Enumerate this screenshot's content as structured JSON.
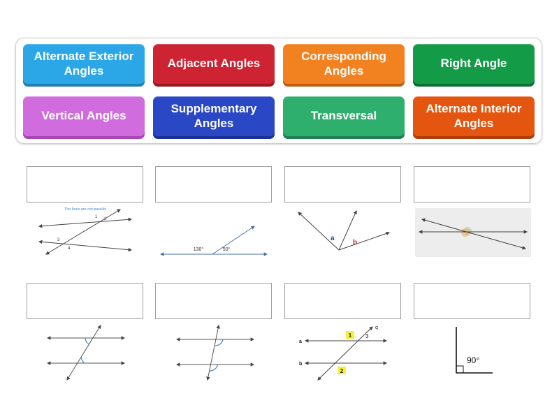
{
  "bank": {
    "tiles": [
      {
        "label": "Alternate Exterior Angles",
        "bg": "#2BA7E8",
        "edge": "#1E7FB3"
      },
      {
        "label": "Adjacent Angles",
        "bg": "#CE2332",
        "edge": "#9A1823"
      },
      {
        "label": "Corresponding Angles",
        "bg": "#F28120",
        "edge": "#BF5E0D"
      },
      {
        "label": "Right Angle",
        "bg": "#149B48",
        "edge": "#0B6F33"
      },
      {
        "label": "Vertical Angles",
        "bg": "#D16CDE",
        "edge": "#A746B4"
      },
      {
        "label": "Supplementary Angles",
        "bg": "#2A47C6",
        "edge": "#1B3093"
      },
      {
        "label": "Transversal",
        "bg": "#2FAF6D",
        "edge": "#218052"
      },
      {
        "label": "Alternate Interior Angles",
        "bg": "#E4560F",
        "edge": "#AE3D08"
      }
    ]
  },
  "diagrams": {
    "not_parallel": {
      "caption": "The lines are not parallel",
      "n1": "1",
      "n2": "2",
      "n3": "3",
      "n4": "4"
    },
    "supplementary": {
      "left": "130°",
      "right": "50°"
    },
    "adjacent": {
      "a": "a",
      "b": "b"
    },
    "numbered": {
      "line_a": "a",
      "line_b": "b",
      "q": "q",
      "n1": "1",
      "n2": "2",
      "n3": "3"
    },
    "right_angle": {
      "label": "90°"
    }
  }
}
